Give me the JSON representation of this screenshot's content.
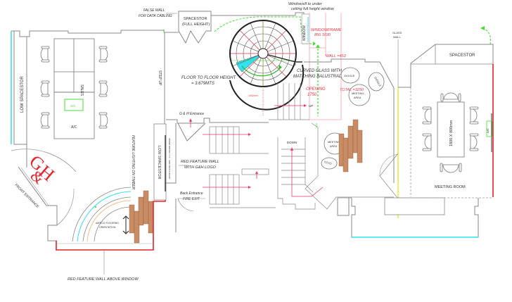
{
  "title": "G&H office floor plan",
  "colors": {
    "feature_red": "#e8202a",
    "annotation_red": "#ee3344",
    "window_cyan": "#33e0ee",
    "green_dash": "#44dd33",
    "glass_yellow": "#f0e020",
    "timber": "#c98c64",
    "wall_grey": "#888888"
  },
  "logo": {
    "text_top": "G",
    "text_mid": "&",
    "text_right": "H"
  },
  "labels": {
    "false_wall": [
      "FALSE WALL",
      "FOR DATA CABLING"
    ],
    "spacestor_full": [
      "SPACESTOR",
      "(FULL HEIGHT)"
    ],
    "windowsill": [
      "Windowsill to under",
      "ceiling full height window"
    ],
    "window": "WINDOW",
    "windowframe": [
      "WINDOWFRAME",
      "856    1030"
    ],
    "wall_453": "WALL =453",
    "glass_wall": [
      "GLASS",
      "WALL"
    ],
    "spacestor": "SPACESTOR",
    "low_spacestor_left": "LOW SPACESTOR",
    "sales": "SALES",
    "ac_green": "A/C",
    "ac": "A/C",
    "step_up": "STEP UP",
    "floor_height": [
      "FLOOR TO FLOOR HEIGHT",
      "= 3.679MTS"
    ],
    "curved_glass": [
      "CURVED GLASS WITH",
      "MATCHING BALUSTRADE"
    ],
    "opening": [
      "OPENING",
      "1750"
    ],
    "total": "TOTAL =3250",
    "dim_1062": "1062mm",
    "up": "UP",
    "down": "DOWN",
    "giggle_1": "GIGGLE",
    "giggle_2": "GIGGLE",
    "meeting_area_1": [
      "MEETING",
      "AREA"
    ],
    "meeting_area_2": [
      "MEETING",
      "AREA"
    ],
    "yoyo": "YOYO",
    "gh_entrance": "G & H Entrance",
    "red_feature_wall_logo": [
      "RED FEATURE WALL",
      "WITH G&H LOGO"
    ],
    "back_entrance": [
      "Back Entrance",
      "FIRE EXIT"
    ],
    "feature_lighting": "FEATURE LIGHTING ON TIMBER",
    "low_spacestor_mid": "LOW SPACESTOR",
    "stair_note": "300MM WARDS / 1.4 - 6000 RESTAURANT",
    "front_entrance": "FRONT ENTRANCE",
    "amtico": [
      "AMTICO FLOORING",
      "ORIENTATION"
    ],
    "red_feature_wall_window": "RED FEATURE WALL ABOVE WINDOW",
    "table_size": "1800 X 800mm",
    "meeting_room": "MEETING ROOM",
    "ac_right": "A/C"
  }
}
